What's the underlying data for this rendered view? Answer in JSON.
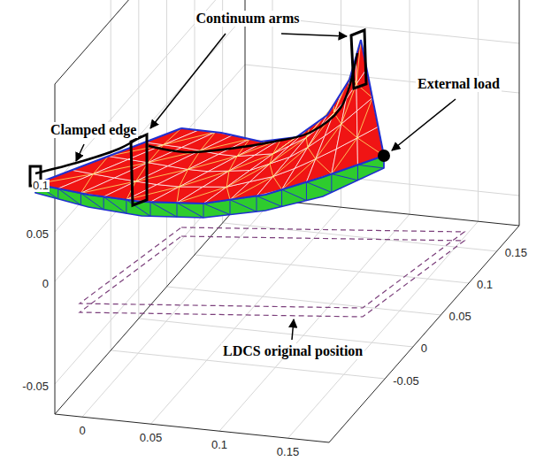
{
  "diagram": {
    "labels": [
      "Continuum arms",
      "External load",
      "Clamped edge",
      "LDCS original position",
      "0.1",
      "0.05",
      "0",
      "-0.05",
      "0",
      "0.05",
      "0.1",
      "0.15",
      "0.15",
      "0.1",
      "0.05",
      "0",
      "-0.05"
    ]
  }
}
